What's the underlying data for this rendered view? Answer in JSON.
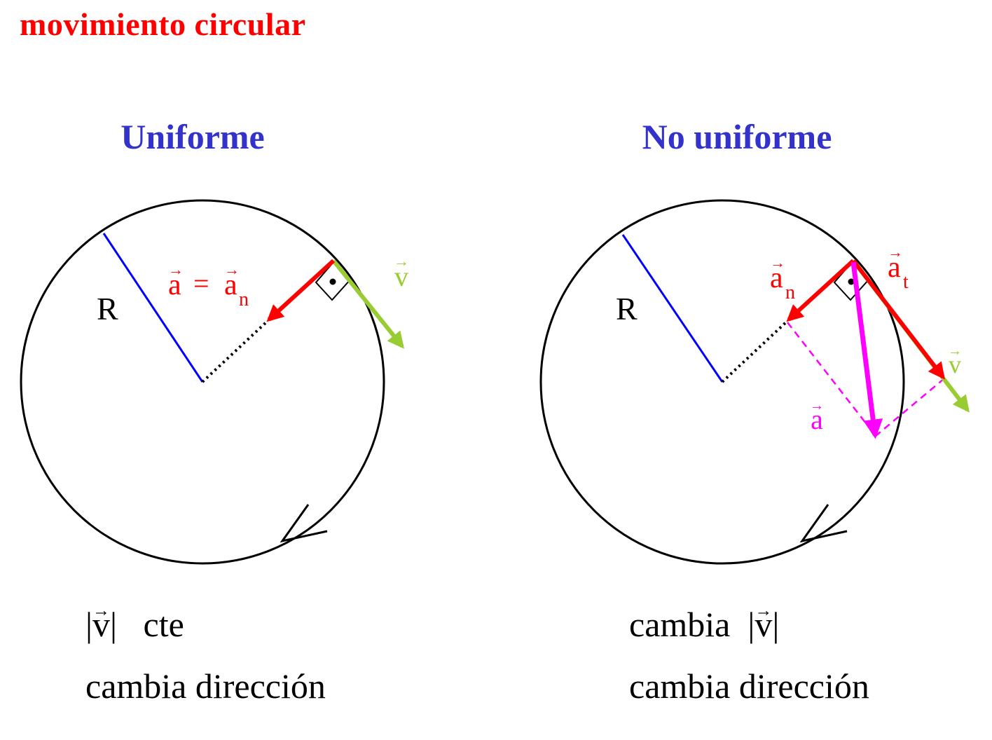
{
  "title": "movimiento circular",
  "colors": {
    "title": "#ff0000",
    "heading": "#3333cc",
    "radius": "#0000ff",
    "normal_acceleration": "#ff0000",
    "velocity": "#99cc33",
    "total_acceleration": "#ff00ff",
    "circle": "#000000"
  },
  "panels": [
    {
      "heading": "Uniforme",
      "radius_label": "R",
      "accel_symbol": "a",
      "equals": "=",
      "normal_symbol": "a",
      "normal_subscript": "n",
      "velocity_symbol": "v",
      "caption": {
        "line1_bar_left": "|",
        "line1_symbol": "v",
        "line1_bar_right": "|",
        "line1_text": "cte",
        "line2": "cambia dirección"
      }
    },
    {
      "heading": "No uniforme",
      "radius_label": "R",
      "normal_symbol": "a",
      "normal_subscript": "n",
      "tangential_symbol": "a",
      "tangential_subscript": "t",
      "velocity_symbol": "v",
      "total_symbol": "a",
      "caption": {
        "line1_text": "cambia",
        "line1_bar_left": "|",
        "line1_symbol": "v",
        "line1_bar_right": "|",
        "line2": "cambia dirección"
      }
    }
  ]
}
